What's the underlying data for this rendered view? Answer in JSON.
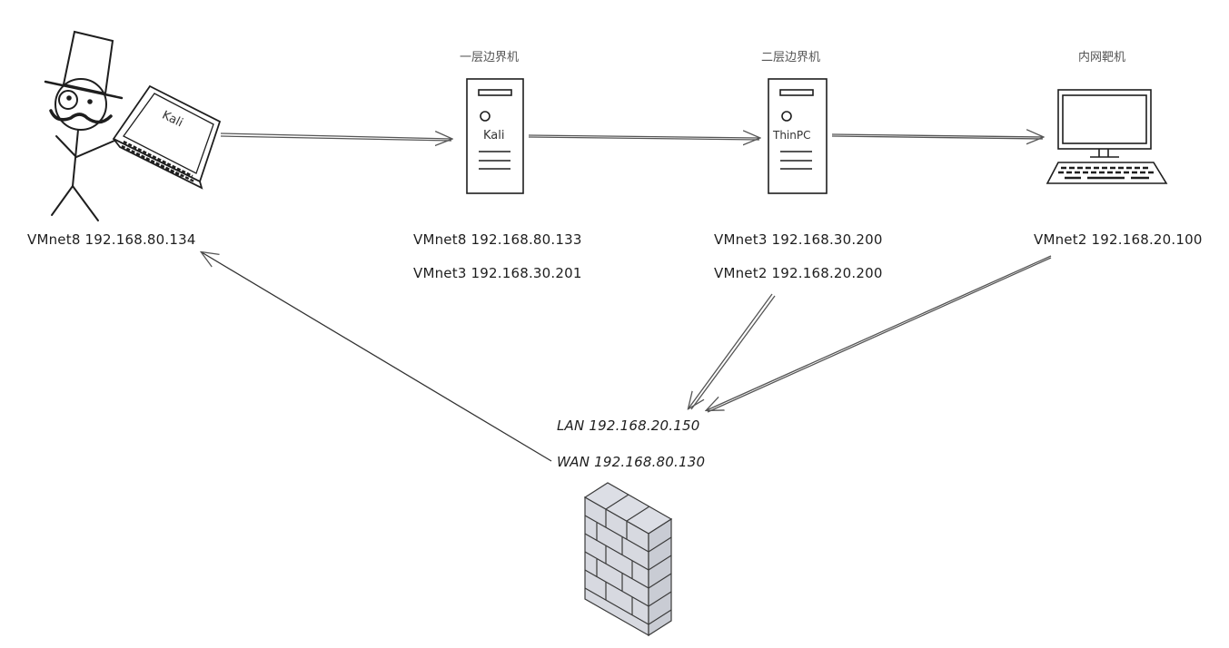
{
  "nodes": {
    "attacker": {
      "device_label": "Kali",
      "ips": [
        "VMnet8 192.168.80.134"
      ]
    },
    "border1": {
      "title": "一层边界机",
      "device_label": "Kali",
      "ips": [
        "VMnet8 192.168.80.133",
        "VMnet3 192.168.30.201"
      ]
    },
    "border2": {
      "title": "二层边界机",
      "device_label": "ThinPC",
      "ips": [
        "VMnet3 192.168.30.200",
        "VMnet2 192.168.20.200"
      ]
    },
    "target": {
      "title": "内网靶机",
      "ips": [
        "VMnet2 192.168.20.100"
      ]
    },
    "firewall": {
      "ips": [
        "LAN 192.168.20.150",
        "WAN 192.168.80.130"
      ]
    }
  },
  "edges": [
    {
      "from": "attacker",
      "to": "border1"
    },
    {
      "from": "border1",
      "to": "border2"
    },
    {
      "from": "border2",
      "to": "target"
    },
    {
      "from": "border2",
      "to": "firewall-lan"
    },
    {
      "from": "target",
      "to": "firewall-lan"
    },
    {
      "from": "firewall-wan",
      "to": "attacker"
    }
  ],
  "colors": {
    "stroke": "#1e1e1e",
    "arrow": "#555555",
    "brick_fill": "#d7d9e0",
    "brick_side": "#c9ccd4",
    "brick_stroke": "#3a3a3a"
  }
}
